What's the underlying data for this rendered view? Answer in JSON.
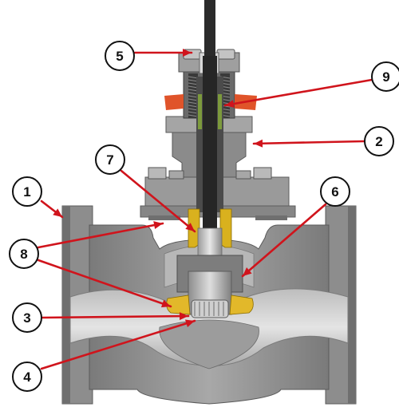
{
  "diagram": {
    "subject": "control-valve-cutaway",
    "callouts": [
      {
        "id": "c1",
        "label": "1"
      },
      {
        "id": "c2",
        "label": "2"
      },
      {
        "id": "c3",
        "label": "3"
      },
      {
        "id": "c4",
        "label": "4"
      },
      {
        "id": "c5",
        "label": "5"
      },
      {
        "id": "c6",
        "label": "6"
      },
      {
        "id": "c7",
        "label": "7"
      },
      {
        "id": "c8",
        "label": "8"
      },
      {
        "id": "c9",
        "label": "9"
      }
    ],
    "colors": {
      "body_dark": "#6e6e6e",
      "body_mid": "#8f8f8f",
      "body_light": "#b4b4b4",
      "cavity": "#cfcfcf",
      "stem_dark": "#2a2a2a",
      "packing_green": "#7c9a3c",
      "packing_yellow": "#d9b11e",
      "seat_yellow": "#e2b82a",
      "orange_handle": "#e0542a",
      "leader_red": "#d0141c"
    }
  }
}
